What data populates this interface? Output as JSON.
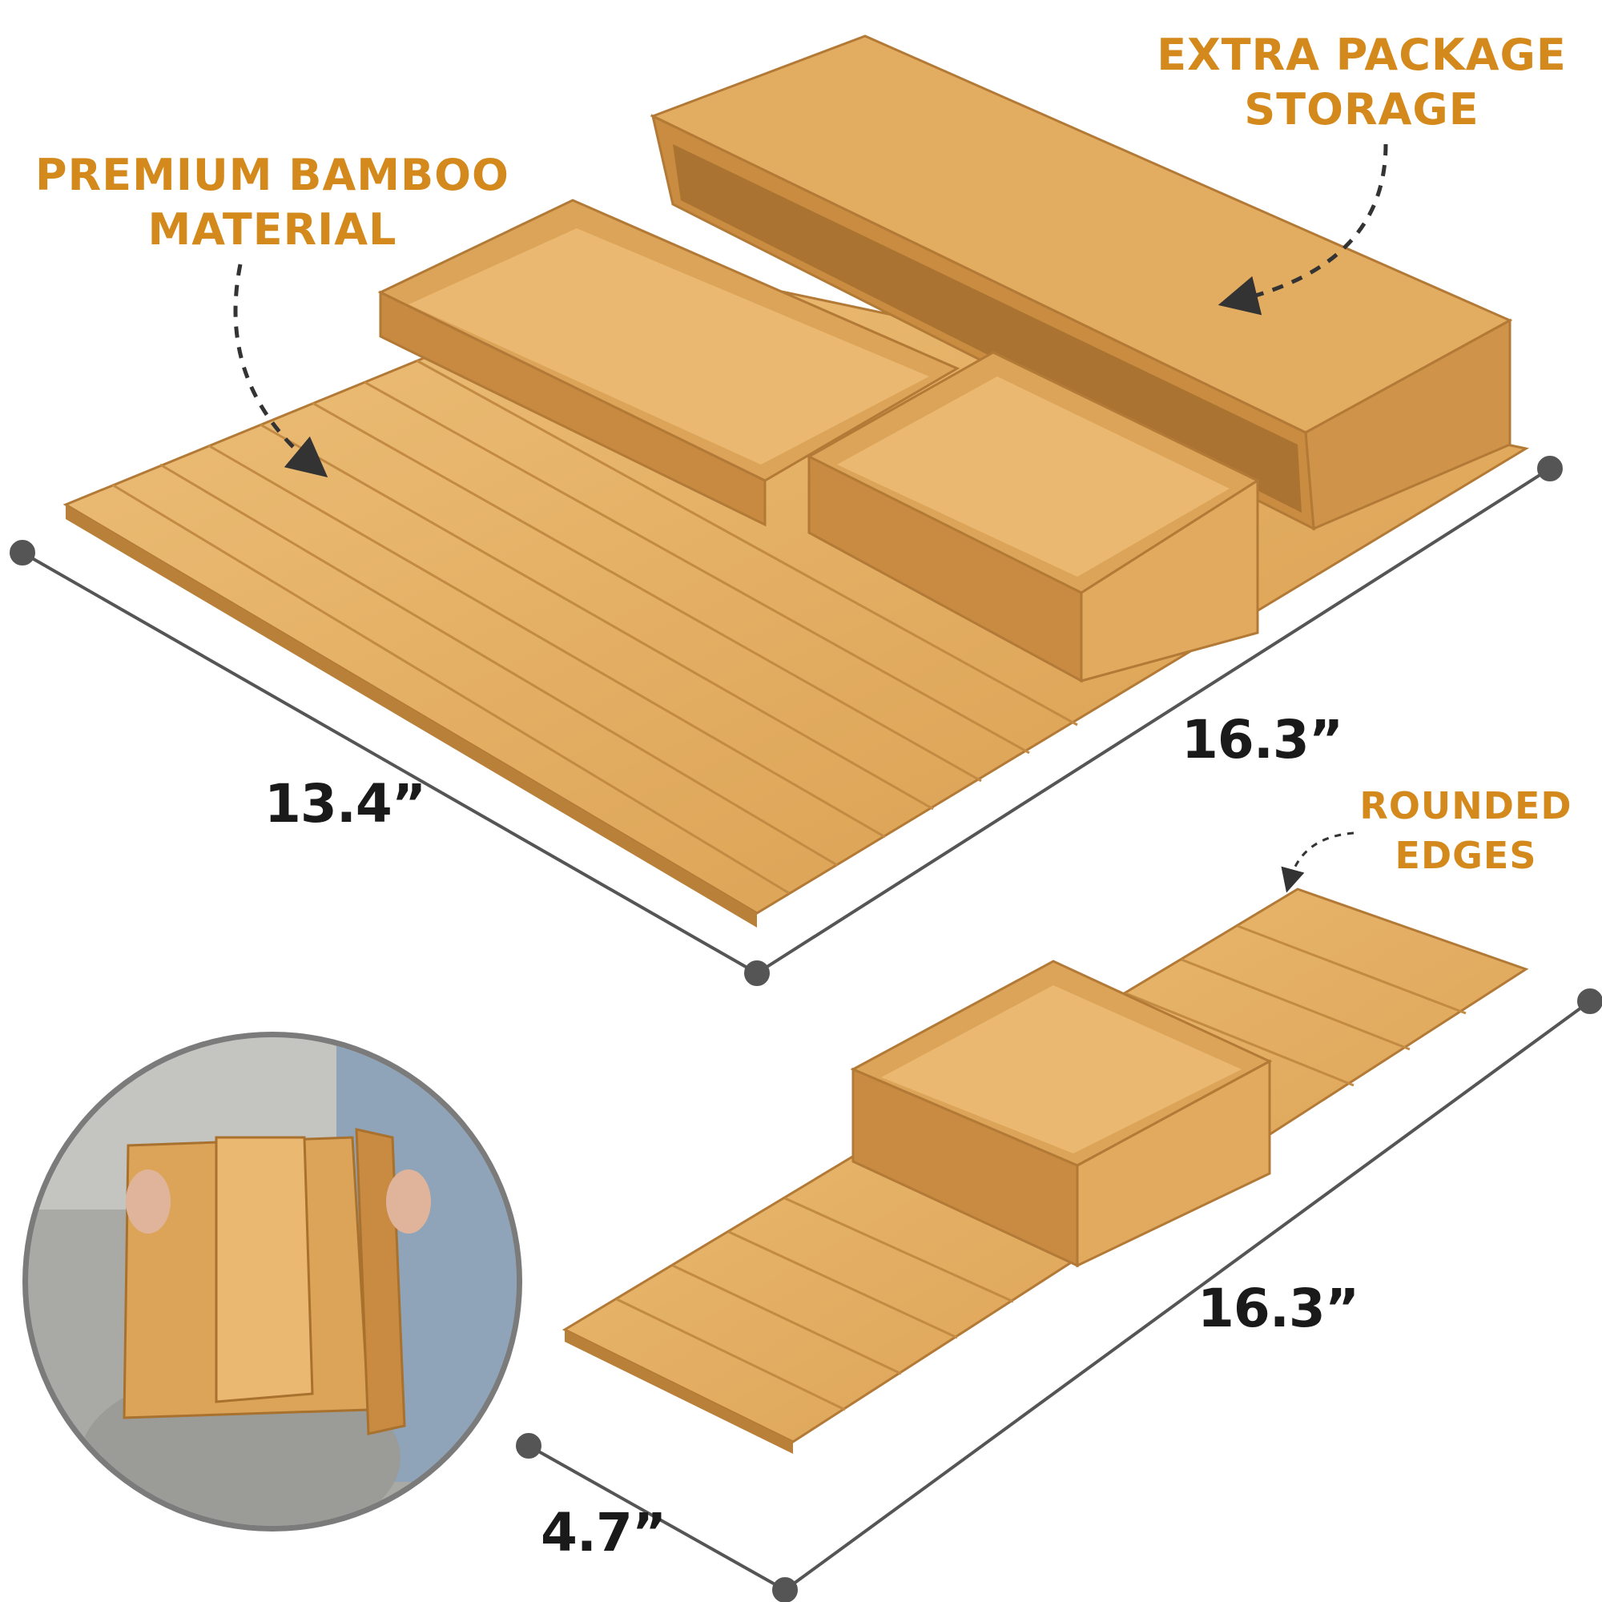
{
  "callouts": {
    "premium_line1": "PREMIUM BAMBOO",
    "premium_line2": "MATERIAL",
    "extra_line1": "EXTRA PACKAGE",
    "extra_line2": "STORAGE",
    "rounded_line1": "ROUNDED",
    "rounded_line2": "EDGES"
  },
  "dimensions": {
    "large_width": "13.4”",
    "large_length": "16.3”",
    "small_length": "16.3”",
    "small_width": "4.7”"
  },
  "colors": {
    "accent": "#d4891c",
    "bamboo_light": "#e8b56c",
    "bamboo_mid": "#d9a152",
    "bamboo_dark": "#b9803a",
    "dim_line": "#555555",
    "text_dark": "#1a1a1a"
  }
}
